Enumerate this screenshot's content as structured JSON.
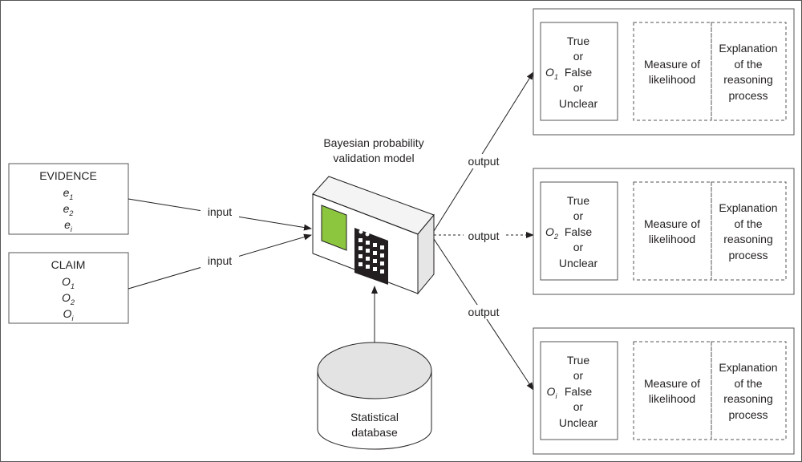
{
  "colors": {
    "line": "#231f20",
    "border": "#555555",
    "screen": "#8cc63f",
    "device_front": "#ffffff",
    "device_side": "#e6e6e6",
    "device_top": "#f4f4f4",
    "keypad": "#231f20",
    "database": "#e3e3e3"
  },
  "evidence_box": {
    "title": "EVIDENCE",
    "items": [
      {
        "base": "e",
        "sub": "1"
      },
      {
        "base": "e",
        "sub": "2"
      },
      {
        "base": "e",
        "sub": "i"
      }
    ]
  },
  "claim_box": {
    "title": "CLAIM",
    "items": [
      {
        "base": "O",
        "sub": "1"
      },
      {
        "base": "O",
        "sub": "2"
      },
      {
        "base": "O",
        "sub": "i"
      }
    ]
  },
  "model": {
    "title_line1": "Bayesian probability",
    "title_line2": "validation model",
    "icon": "calculator-device-icon"
  },
  "database": {
    "label_line1": "Statistical",
    "label_line2": "database",
    "icon": "database-cylinder-icon"
  },
  "arrows": {
    "input_label": "input",
    "output_label": "output"
  },
  "outputs": [
    {
      "claim": {
        "base": "O",
        "sub": "1"
      },
      "verdict": [
        "True",
        "or",
        "False",
        "or",
        "Unclear"
      ],
      "measure": [
        "Measure of",
        "likelihood"
      ],
      "explanation": [
        "Explanation",
        "of the",
        "reasoning",
        "process"
      ]
    },
    {
      "claim": {
        "base": "O",
        "sub": "2"
      },
      "verdict": [
        "True",
        "or",
        "False",
        "or",
        "Unclear"
      ],
      "measure": [
        "Measure of",
        "likelihood"
      ],
      "explanation": [
        "Explanation",
        "of the",
        "reasoning",
        "process"
      ]
    },
    {
      "claim": {
        "base": "O",
        "sub": "i"
      },
      "verdict": [
        "True",
        "or",
        "False",
        "or",
        "Unclear"
      ],
      "measure": [
        "Measure of",
        "likelihood"
      ],
      "explanation": [
        "Explanation",
        "of the",
        "reasoning",
        "process"
      ]
    }
  ]
}
